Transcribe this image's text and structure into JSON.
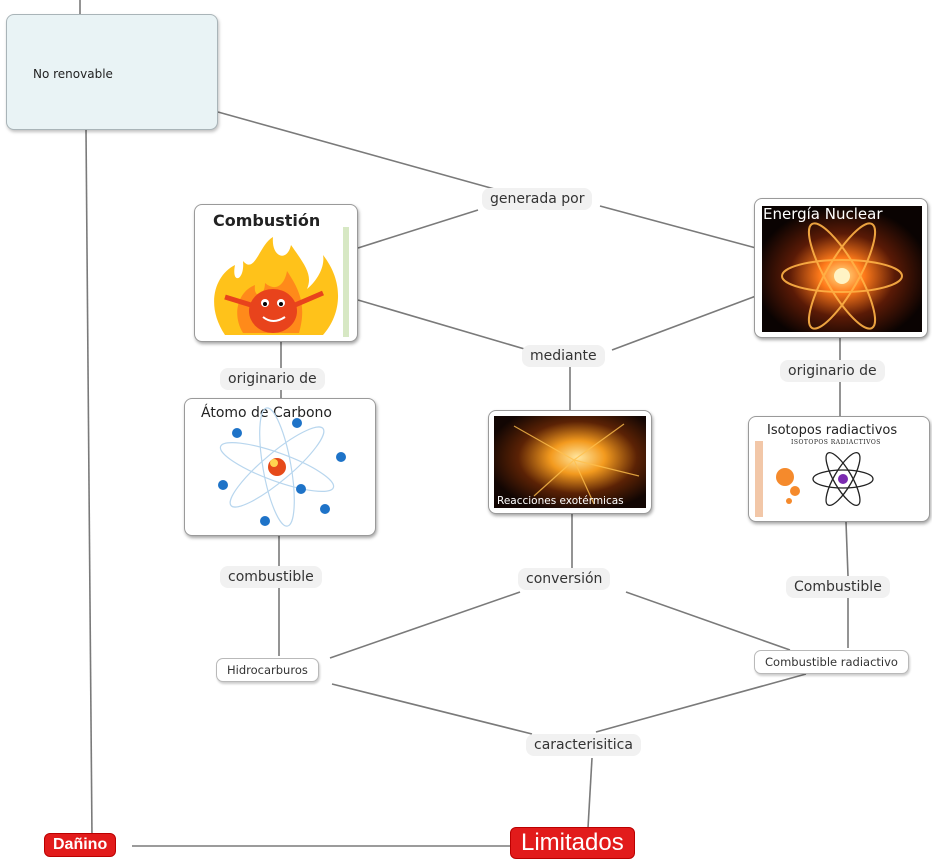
{
  "concepts": {
    "no_renovable": "No renovable",
    "combustion": "Combustión",
    "energia_nuclear": "Energía Nuclear",
    "atomo_carbono": "Átomo de Carbono",
    "reacciones": "Reacciones exotérmicas",
    "isotopos": "Isotopos radiactivos",
    "isotopos_sub": "ISOTOPOS RADIACTIVOS",
    "hidrocarburos": "Hidrocarburos",
    "combustible_radiactivo": "Combustible radiactivo",
    "danino": "Dañino",
    "limitados": "Limitados"
  },
  "links": {
    "generada_por": "generada por",
    "mediante": "mediante",
    "originario_de_1": "originario de",
    "originario_de_2": "originario de",
    "combustible_1": "combustible",
    "conversion": "conversión",
    "combustible_2": "Combustible",
    "caracterisitica": "caracterisitica"
  },
  "colors": {
    "red_node": "#e21b1b",
    "line": "#7a7a7a",
    "main_fill": "#e9f3f5",
    "label_bg": "#f1f1f1"
  }
}
